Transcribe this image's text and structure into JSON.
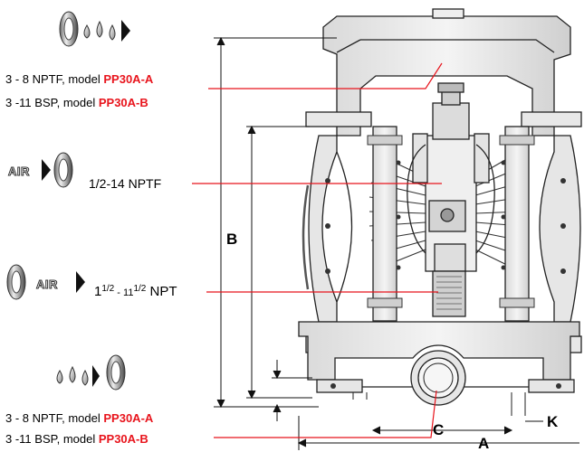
{
  "callouts": {
    "top_outlet": {
      "line1_prefix": "3 - 8 NPTF, model ",
      "line1_model": "PP30A-A",
      "line2_prefix": "3 -11 BSP, model ",
      "line2_model": "PP30A-B"
    },
    "air_inlet": {
      "tag": "AIR",
      "size_text": "1/2-14 NPTF"
    },
    "air_exhaust": {
      "tag": "AIR",
      "whole_1": "1",
      "frac_1": "1/2",
      "sep": " - 11",
      "frac_2": "1/2",
      "suffix": " NPT"
    },
    "bottom_inlet": {
      "line1_prefix": "3 - 8 NPTF, model ",
      "line1_model": "PP30A-A",
      "line2_prefix": "3 -11 BSP, model ",
      "line2_model": "PP30A-B"
    }
  },
  "dimensions": {
    "A": "A",
    "B": "B",
    "C": "C",
    "K": "K"
  },
  "icons": {
    "fluid": "fluid-drops-arrow-icon",
    "port": "threaded-port-icon",
    "air": "air-arrow-icon"
  },
  "colors": {
    "model_red": "#e8141c",
    "line_red": "#e8141c"
  }
}
